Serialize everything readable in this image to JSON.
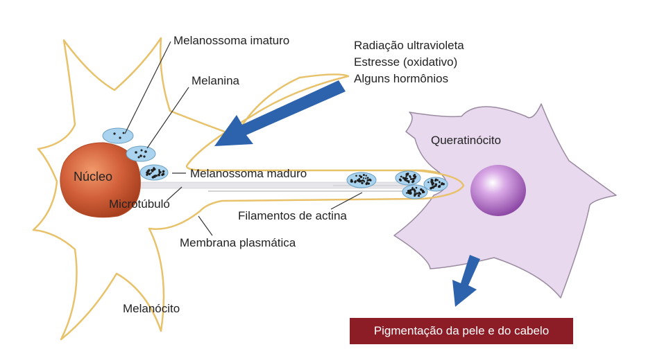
{
  "labels": {
    "melanossoma_imaturo": "Melanossoma imaturo",
    "melanina": "Melanina",
    "nucleo": "Núcleo",
    "melanossoma_maduro": "Melanossoma maduro",
    "microtubulo": "Microtúbulo",
    "filamentos_actina": "Filamentos de actina",
    "membrana_plasmatica": "Membrana plasmática",
    "melanocito": "Melanócito",
    "queratinocito": "Queratinócito"
  },
  "stimuli": [
    "Radiação ultravioleta",
    "Estresse (oxidativo)",
    "Alguns hormônios"
  ],
  "result": "Pigmentação da pele e do cabelo",
  "colors": {
    "membrane": "#e8c26a",
    "nucleus": "#c8522e",
    "keratinocyte": "#e8d9ee",
    "arrow": "#2d63ad",
    "banner": "#8c1c26",
    "melanosome": "#a9d3ee"
  }
}
